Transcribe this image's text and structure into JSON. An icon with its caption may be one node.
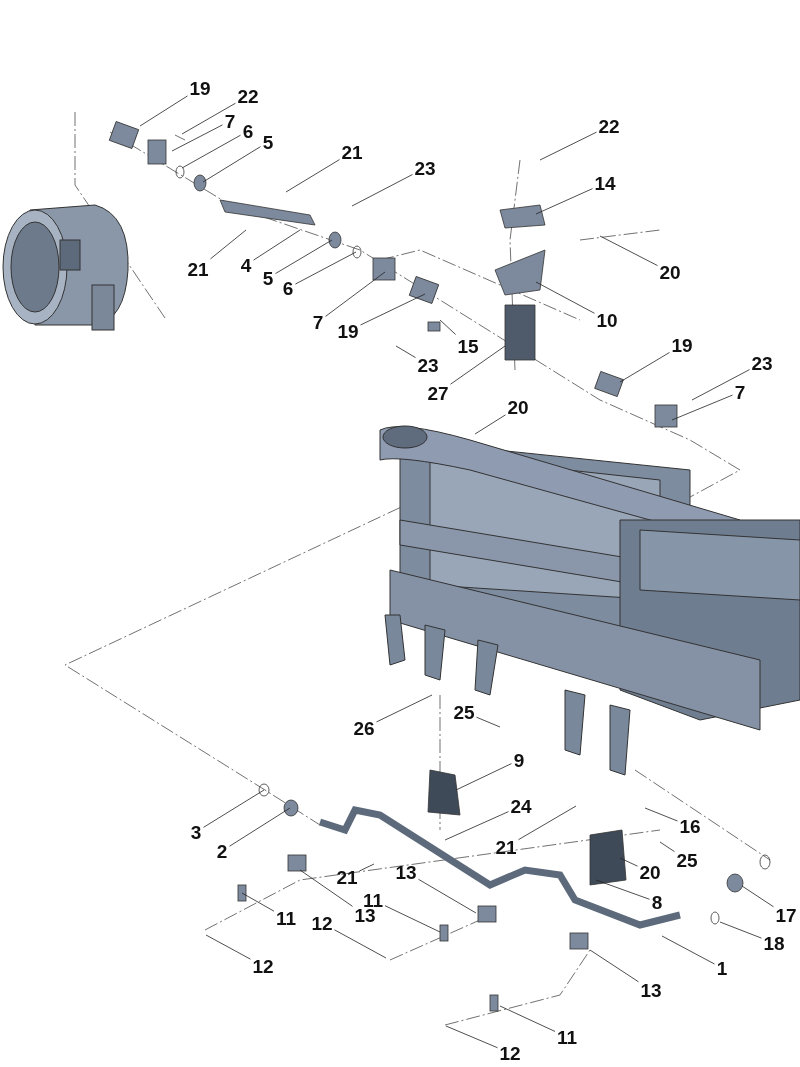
{
  "diagram": {
    "nodes": [
      {
        "text": [
          "19"
        ]
      },
      {
        "text": [
          "22"
        ]
      },
      {
        "text": [
          "7"
        ]
      },
      {
        "text": [
          "6"
        ]
      },
      {
        "text": [
          "5"
        ]
      },
      {
        "text": [
          "21"
        ]
      },
      {
        "text": [
          "23"
        ]
      },
      {
        "text": [
          "22"
        ]
      },
      {
        "text": [
          "14"
        ]
      },
      {
        "text": [
          "21"
        ]
      },
      {
        "text": [
          "4"
        ]
      },
      {
        "text": [
          "5"
        ]
      },
      {
        "text": [
          "6"
        ]
      },
      {
        "text": [
          "20"
        ]
      },
      {
        "text": [
          "7"
        ]
      },
      {
        "text": [
          "19"
        ]
      },
      {
        "text": [
          "10"
        ]
      },
      {
        "text": [
          "15"
        ]
      },
      {
        "text": [
          "23"
        ]
      },
      {
        "text": [
          "27"
        ]
      },
      {
        "text": [
          "19"
        ]
      },
      {
        "text": [
          "23"
        ]
      },
      {
        "text": [
          "7"
        ]
      },
      {
        "text": [
          "20"
        ]
      },
      {
        "text": [
          "26"
        ]
      },
      {
        "text": [
          "25"
        ]
      },
      {
        "text": [
          "9"
        ]
      },
      {
        "text": [
          "3"
        ]
      },
      {
        "text": [
          "2"
        ]
      },
      {
        "text": [
          "24"
        ]
      },
      {
        "text": [
          "21"
        ]
      },
      {
        "text": [
          "16"
        ]
      },
      {
        "text": [
          "25"
        ]
      },
      {
        "text": [
          "21"
        ]
      },
      {
        "text": [
          "13"
        ]
      },
      {
        "text": [
          "20"
        ]
      },
      {
        "text": [
          "11"
        ]
      },
      {
        "text": [
          "13"
        ]
      },
      {
        "text": [
          "8"
        ]
      },
      {
        "text": [
          "17"
        ]
      },
      {
        "text": [
          "12"
        ]
      },
      {
        "text": [
          "11"
        ]
      },
      {
        "text": [
          "18"
        ]
      },
      {
        "text": [
          "1"
        ]
      },
      {
        "text": [
          "12"
        ]
      },
      {
        "text": [
          "13"
        ]
      },
      {
        "text": [
          "11"
        ]
      },
      {
        "text": [
          "12"
        ]
      }
    ],
    "edges": [
      {
        "from": 0,
        "to": null,
        "arrow": "none"
      },
      {
        "from": 1,
        "to": null,
        "arrow": "none"
      },
      {
        "from": 2,
        "to": null,
        "arrow": "none"
      },
      {
        "from": 3,
        "to": null,
        "arrow": "none"
      },
      {
        "from": 4,
        "to": null,
        "arrow": "none"
      },
      {
        "from": 5,
        "to": null,
        "arrow": "none"
      },
      {
        "from": 6,
        "to": null,
        "arrow": "none"
      },
      {
        "from": 7,
        "to": null,
        "arrow": "none"
      },
      {
        "from": 8,
        "to": null,
        "arrow": "none"
      },
      {
        "from": 9,
        "to": null,
        "arrow": "none"
      },
      {
        "from": 10,
        "to": null,
        "arrow": "none"
      },
      {
        "from": 11,
        "to": null,
        "arrow": "none"
      },
      {
        "from": 12,
        "to": null,
        "arrow": "none"
      },
      {
        "from": 13,
        "to": null,
        "arrow": "none"
      },
      {
        "from": 14,
        "to": null,
        "arrow": "none"
      },
      {
        "from": 15,
        "to": null,
        "arrow": "none"
      },
      {
        "from": 16,
        "to": null,
        "arrow": "none"
      },
      {
        "from": 17,
        "to": null,
        "arrow": "none"
      },
      {
        "from": 18,
        "to": null,
        "arrow": "none"
      },
      {
        "from": 19,
        "to": null,
        "arrow": "none"
      },
      {
        "from": 20,
        "to": null,
        "arrow": "none"
      },
      {
        "from": 21,
        "to": null,
        "arrow": "none"
      },
      {
        "from": 22,
        "to": null,
        "arrow": "none"
      },
      {
        "from": 23,
        "to": null,
        "arrow": "none"
      },
      {
        "from": 24,
        "to": null,
        "arrow": "none"
      },
      {
        "from": 25,
        "to": null,
        "arrow": "none"
      },
      {
        "from": 26,
        "to": null,
        "arrow": "none"
      },
      {
        "from": 27,
        "to": null,
        "arrow": "none"
      },
      {
        "from": 28,
        "to": null,
        "arrow": "none"
      },
      {
        "from": 29,
        "to": null,
        "arrow": "none"
      },
      {
        "from": 30,
        "to": null,
        "arrow": "none"
      },
      {
        "from": 31,
        "to": null,
        "arrow": "none"
      },
      {
        "from": 32,
        "to": null,
        "arrow": "none"
      },
      {
        "from": 33,
        "to": null,
        "arrow": "none"
      },
      {
        "from": 34,
        "to": null,
        "arrow": "none"
      },
      {
        "from": 35,
        "to": null,
        "arrow": "none"
      },
      {
        "from": 36,
        "to": null,
        "arrow": "none"
      },
      {
        "from": 37,
        "to": null,
        "arrow": "none"
      },
      {
        "from": 38,
        "to": null,
        "arrow": "none"
      },
      {
        "from": 39,
        "to": null,
        "arrow": "none"
      },
      {
        "from": 40,
        "to": null,
        "arrow": "none"
      },
      {
        "from": 41,
        "to": null,
        "arrow": "none"
      },
      {
        "from": 42,
        "to": null,
        "arrow": "none"
      },
      {
        "from": 43,
        "to": null,
        "arrow": "none"
      },
      {
        "from": 44,
        "to": null,
        "arrow": "none"
      },
      {
        "from": 45,
        "to": null,
        "arrow": "none"
      },
      {
        "from": 46,
        "to": null,
        "arrow": "none"
      },
      {
        "from": 47,
        "to": null,
        "arrow": "none"
      }
    ]
  }
}
